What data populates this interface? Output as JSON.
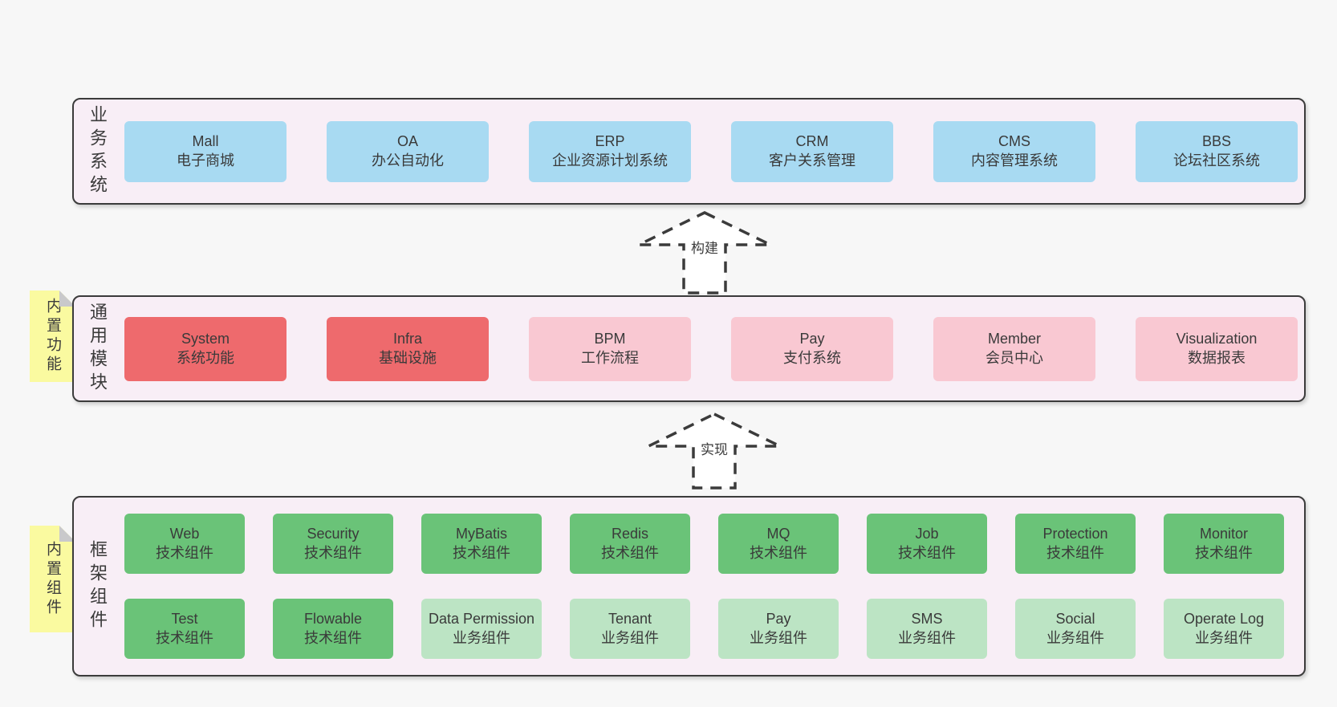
{
  "diagram": {
    "layers": [
      {
        "id": "business",
        "side_label": "业务系统",
        "note": null,
        "rows": [
          [
            {
              "title": "Mall",
              "subtitle": "电子商城",
              "variant": "blue"
            },
            {
              "title": "OA",
              "subtitle": "办公自动化",
              "variant": "blue"
            },
            {
              "title": "ERP",
              "subtitle": "企业资源计划系统",
              "variant": "blue"
            },
            {
              "title": "CRM",
              "subtitle": "客户关系管理",
              "variant": "blue"
            },
            {
              "title": "CMS",
              "subtitle": "内容管理系统",
              "variant": "blue"
            },
            {
              "title": "BBS",
              "subtitle": "论坛社区系统",
              "variant": "blue"
            }
          ]
        ]
      },
      {
        "id": "modules",
        "side_label": "通用模块",
        "note": "内置功能",
        "rows": [
          [
            {
              "title": "System",
              "subtitle": "系统功能",
              "variant": "red"
            },
            {
              "title": "Infra",
              "subtitle": "基础设施",
              "variant": "red"
            },
            {
              "title": "BPM",
              "subtitle": "工作流程",
              "variant": "pink"
            },
            {
              "title": "Pay",
              "subtitle": "支付系统",
              "variant": "pink"
            },
            {
              "title": "Member",
              "subtitle": "会员中心",
              "variant": "pink"
            },
            {
              "title": "Visualization",
              "subtitle": "数据报表",
              "variant": "pink"
            }
          ]
        ]
      },
      {
        "id": "components",
        "side_label": "框架组件",
        "note": "内置组件",
        "rows": [
          [
            {
              "title": "Web",
              "subtitle": "技术组件",
              "variant": "green"
            },
            {
              "title": "Security",
              "subtitle": "技术组件",
              "variant": "green"
            },
            {
              "title": "MyBatis",
              "subtitle": "技术组件",
              "variant": "green"
            },
            {
              "title": "Redis",
              "subtitle": "技术组件",
              "variant": "green"
            },
            {
              "title": "MQ",
              "subtitle": "技术组件",
              "variant": "green"
            },
            {
              "title": "Job",
              "subtitle": "技术组件",
              "variant": "green"
            },
            {
              "title": "Protection",
              "subtitle": "技术组件",
              "variant": "green"
            },
            {
              "title": "Monitor",
              "subtitle": "技术组件",
              "variant": "green"
            }
          ],
          [
            {
              "title": "Test",
              "subtitle": "技术组件",
              "variant": "green"
            },
            {
              "title": "Flowable",
              "subtitle": "技术组件",
              "variant": "green"
            },
            {
              "title": "Data Permission",
              "subtitle": "业务组件",
              "variant": "lightgreen"
            },
            {
              "title": "Tenant",
              "subtitle": "业务组件",
              "variant": "lightgreen"
            },
            {
              "title": "Pay",
              "subtitle": "业务组件",
              "variant": "lightgreen"
            },
            {
              "title": "SMS",
              "subtitle": "业务组件",
              "variant": "lightgreen"
            },
            {
              "title": "Social",
              "subtitle": "业务组件",
              "variant": "lightgreen"
            },
            {
              "title": "Operate Log",
              "subtitle": "业务组件",
              "variant": "lightgreen"
            }
          ]
        ]
      }
    ],
    "arrows": [
      {
        "label": "构建"
      },
      {
        "label": "实现"
      }
    ],
    "colors": {
      "blue": "#A8DAF2",
      "red": "#EE6A6D",
      "pink": "#F9C8D2",
      "green": "#6AC378",
      "lightgreen": "#BCE4C4",
      "container_bg": "#F8EEF6",
      "note_yellow": "#FAFAA0",
      "border": "#3B3B3B",
      "page_bg": "#F7F7F7"
    }
  }
}
